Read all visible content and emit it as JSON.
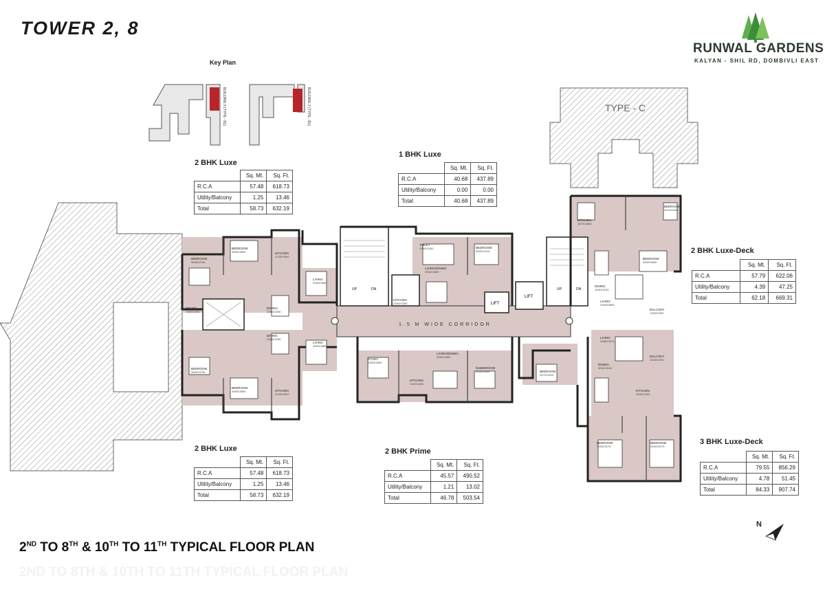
{
  "header": {
    "title": "TOWER 2, 8"
  },
  "brand": {
    "name": "RUNWAL GARDENS",
    "location": "KALYAN - SHIL RD, DOMBIVLI EAST"
  },
  "key_plan": {
    "label": "Key Plan",
    "building_labels": [
      "BUILDING 8 (TYPE - B1)",
      "BUILDING 2 (TYPE - B1)"
    ]
  },
  "column_headers": [
    "Sq. Mt.",
    "Sq. Ft."
  ],
  "area_tables": [
    {
      "title": "2 BHK Luxe",
      "rows": [
        [
          "R.C.A",
          "57.48",
          "618.73"
        ],
        [
          "Utility/Balcony",
          "1.25",
          "13.46"
        ],
        [
          "Total",
          "58.73",
          "632.19"
        ]
      ]
    },
    {
      "title": "1 BHK Luxe",
      "rows": [
        [
          "R.C.A",
          "40.68",
          "437.89"
        ],
        [
          "Utility/Balcony",
          "0.00",
          "0.00"
        ],
        [
          "Total",
          "40.68",
          "437.89"
        ]
      ]
    },
    {
      "title": "2 BHK Luxe-Deck",
      "rows": [
        [
          "R.C.A",
          "57.79",
          "622.06"
        ],
        [
          "Utility/Balcony",
          "4.39",
          "47.25"
        ],
        [
          "Total",
          "62.18",
          "669.31"
        ]
      ]
    },
    {
      "title": "2 BHK Luxe",
      "rows": [
        [
          "R.C.A",
          "57.48",
          "618.73"
        ],
        [
          "Utility/Balcony",
          "1.25",
          "13.46"
        ],
        [
          "Total",
          "58.73",
          "632.19"
        ]
      ]
    },
    {
      "title": "2 BHK Prime",
      "rows": [
        [
          "R.C.A",
          "45.57",
          "490.52"
        ],
        [
          "Utility/Balcony",
          "1.21",
          "13.02"
        ],
        [
          "Total",
          "46.78",
          "503.54"
        ]
      ]
    },
    {
      "title": "3 BHK Luxe-Deck",
      "rows": [
        [
          "R.C.A",
          "79.55",
          "856.29"
        ],
        [
          "Utility/Balcony",
          "4.78",
          "51.45"
        ],
        [
          "Total",
          "84.33",
          "907.74"
        ]
      ]
    }
  ],
  "plan": {
    "corridor_label": "1.5 M WIDE CORRIDOR",
    "type_label": "TYPE - C",
    "lift_label": "LIFT",
    "up_label": "UP",
    "dn_label": "DN",
    "rooms": [
      {
        "name": "BEDROOM",
        "dim": "3050X3650"
      },
      {
        "name": "BEDROOM",
        "dim": "3050X2750"
      },
      {
        "name": "LIVING",
        "dim": "3050X3650"
      },
      {
        "name": "DINING",
        "dim": "2385X3250"
      },
      {
        "name": "KITCHEN",
        "dim": "2125X3000"
      },
      {
        "name": "TOILET",
        "dim": "1350X2250"
      },
      {
        "name": "BEDROOM",
        "dim": "3050X2750"
      },
      {
        "name": "BEDROOM",
        "dim": "3050X3650"
      },
      {
        "name": "LIVING",
        "dim": "3050X3650"
      },
      {
        "name": "DINING",
        "dim": "2385X3250"
      },
      {
        "name": "KITCHEN",
        "dim": "2125X3000"
      },
      {
        "name": "BEDROOM",
        "dim": "3050X3125"
      },
      {
        "name": "LIVING/DINING",
        "dim": "3050X4800"
      },
      {
        "name": "KITCHEN",
        "dim": "2250X2250"
      },
      {
        "name": "TOILET",
        "dim": "1350X2250"
      },
      {
        "name": "STUDY",
        "dim": "2480X2825"
      },
      {
        "name": "LIVING/DINING",
        "dim": "3050X4800"
      },
      {
        "name": "KITCHEN",
        "dim": "2100X2400"
      },
      {
        "name": "M.BEDROOM",
        "dim": "3050X2650"
      },
      {
        "name": "BEDROOM",
        "dim": "2670X3225"
      },
      {
        "name": "BEDROOM",
        "dim": "3010X2640"
      },
      {
        "name": "KITCHEN",
        "dim": "1875X2600"
      },
      {
        "name": "BEDROOM",
        "dim": "3050X3600"
      },
      {
        "name": "DINING",
        "dim": "2050X3100"
      },
      {
        "name": "LIVING",
        "dim": "4265X3650"
      },
      {
        "name": "BALCONY",
        "dim": "1325X2250"
      },
      {
        "name": "LIVING",
        "dim": "4265X3475"
      },
      {
        "name": "BALCONY",
        "dim": "1325X2250"
      },
      {
        "name": "DINING",
        "dim": "3050X3100"
      },
      {
        "name": "KITCHEN",
        "dim": "3260X2400"
      },
      {
        "name": "BEDROOM",
        "dim": "3250X3175"
      },
      {
        "name": "BEDROOM",
        "dim": "3250X3175"
      }
    ]
  },
  "footer": {
    "segments": [
      {
        "text": "2",
        "sup": "ND"
      },
      {
        "text": " TO 8",
        "sup": "TH"
      },
      {
        "text": " & 10",
        "sup": "TH"
      },
      {
        "text": " TO 11",
        "sup": "TH"
      },
      {
        "text": " TYPICAL FLOOR PLAN",
        "sup": ""
      }
    ],
    "ghost": "2ND TO 8TH & 10TH TO 11TH TYPICAL FLOOR PLAN"
  },
  "compass": {
    "label": "N"
  },
  "colors": {
    "room_fill": "#d9c8c6",
    "wall": "#222222",
    "hatch": "#8a8a8a",
    "key_highlight": "#b8242a",
    "logo_green": "#4e9c45"
  }
}
